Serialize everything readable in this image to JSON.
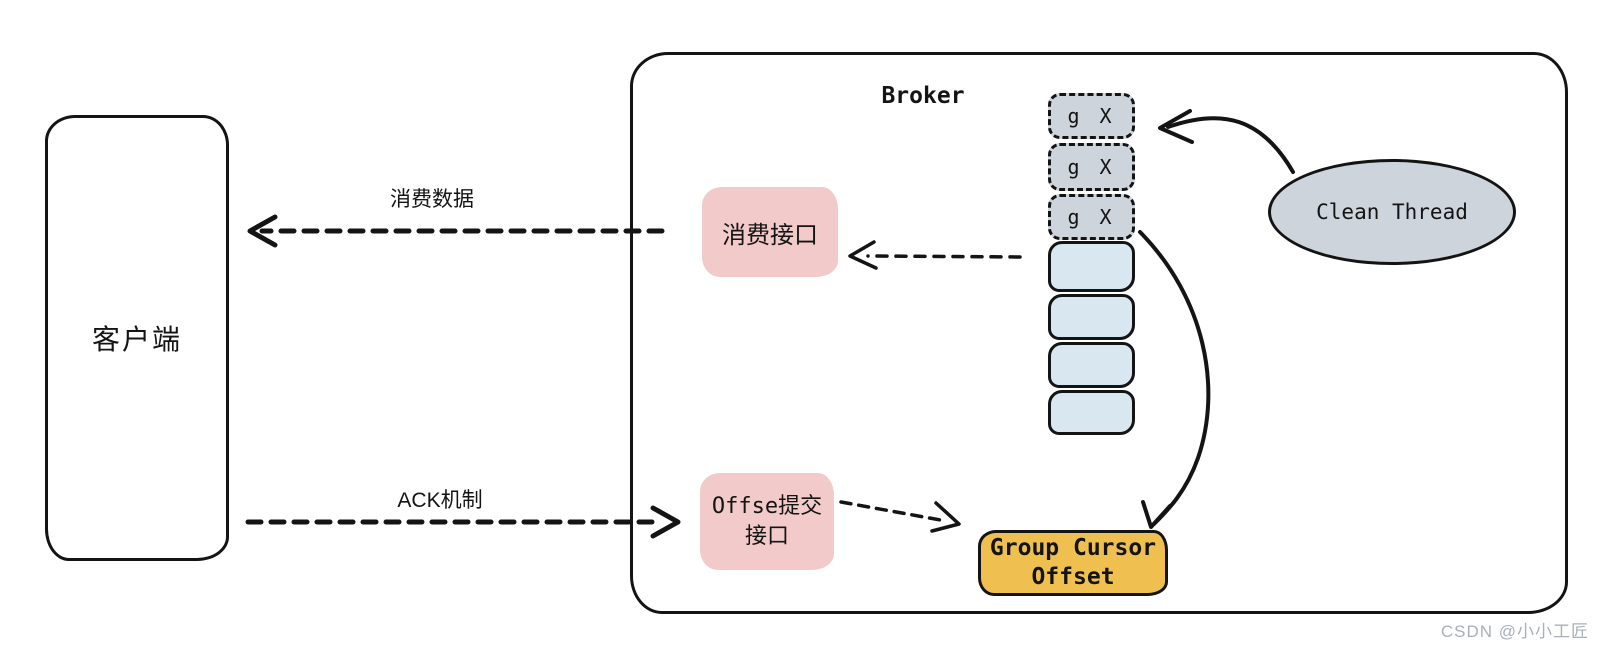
{
  "client": {
    "label": "客户端"
  },
  "broker": {
    "label": "Broker"
  },
  "edges": {
    "consume_data_label": "消费数据",
    "ack_label": "ACK机制"
  },
  "nodes": {
    "consume_api_label": "消费接口",
    "offset_api_line1": "Offse提交",
    "offset_api_line2": "接口",
    "group_cursor_line1": "Group Cursor",
    "group_cursor_line2": "Offset",
    "clean_thread_label": "Clean Thread"
  },
  "queue": {
    "expired_cells": [
      "g X",
      "g X",
      "g X"
    ],
    "active_cell_count": 4
  },
  "colors": {
    "ink": "#141414",
    "pink": "#f2caca",
    "gray": "#ced4db",
    "blue": "#d8e7f0",
    "orange": "#efc050"
  },
  "watermark": "CSDN @小小工匠"
}
